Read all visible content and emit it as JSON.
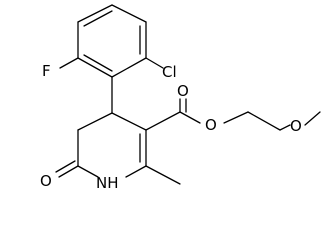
{
  "molecule": {
    "atoms": {
      "fluorine": "F",
      "chlorine": "Cl",
      "carbonyl_oxygen_ester": "O",
      "ester_oxygen": "O",
      "ether_oxygen": "O",
      "lactam_oxygen": "O",
      "ring_nitrogen": "NH"
    }
  },
  "colors": {
    "bond": "#000000",
    "label": "#000000",
    "background": "#ffffff"
  }
}
